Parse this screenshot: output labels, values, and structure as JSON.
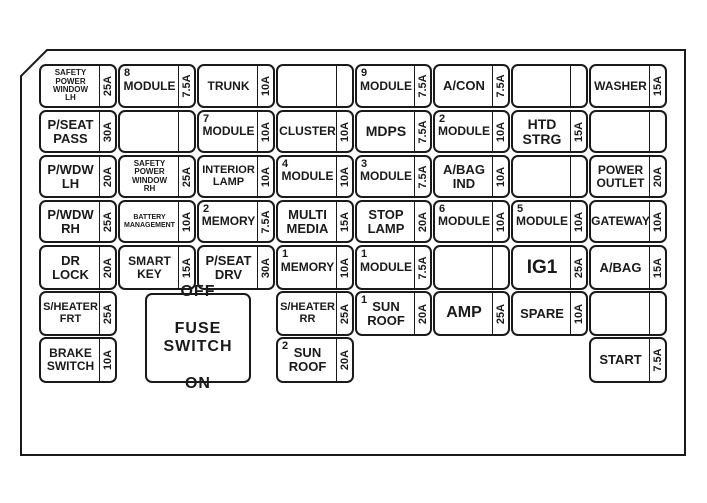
{
  "fuses": [
    {
      "label": "SAFETY\nPOWER\nWINDOW\nLH",
      "rating": "25A",
      "size": 8
    },
    {
      "label": "MODULE",
      "num": "8",
      "rating": "7.5A",
      "size": 12
    },
    {
      "label": "TRUNK",
      "rating": "10A",
      "size": 12
    },
    {
      "label": "",
      "rating": "",
      "size": 12
    },
    {
      "label": "MODULE",
      "num": "9",
      "rating": "7.5A",
      "size": 12
    },
    {
      "label": "A/CON",
      "rating": "7.5A",
      "size": 13
    },
    {
      "label": "",
      "rating": "",
      "size": 12
    },
    {
      "label": "WASHER",
      "rating": "15A",
      "size": 12
    },
    {
      "label": "P/SEAT\nPASS",
      "rating": "30A",
      "size": 13
    },
    {
      "label": "",
      "rating": "",
      "size": 12
    },
    {
      "label": "MODULE",
      "num": "7",
      "rating": "10A",
      "size": 12
    },
    {
      "label": "CLUSTER",
      "rating": "10A",
      "size": 12
    },
    {
      "label": "MDPS",
      "rating": "7.5A",
      "size": 14
    },
    {
      "label": "MODULE",
      "num": "2",
      "rating": "10A",
      "size": 12
    },
    {
      "label": "HTD\nSTRG",
      "rating": "15A",
      "size": 14
    },
    {
      "label": "",
      "rating": "",
      "size": 12
    },
    {
      "label": "P/WDW\nLH",
      "rating": "20A",
      "size": 13
    },
    {
      "label": "SAFETY\nPOWER\nWINDOW\nRH",
      "rating": "25A",
      "size": 8
    },
    {
      "label": "INTERIOR\nLAMP",
      "rating": "10A",
      "size": 11
    },
    {
      "label": "MODULE",
      "num": "4",
      "rating": "10A",
      "size": 12
    },
    {
      "label": "MODULE",
      "num": "3",
      "rating": "7.5A",
      "size": 12
    },
    {
      "label": "A/BAG\nIND",
      "rating": "10A",
      "size": 13
    },
    {
      "label": "",
      "rating": "",
      "size": 12
    },
    {
      "label": "POWER\nOUTLET",
      "rating": "20A",
      "size": 12
    },
    {
      "label": "P/WDW\nRH",
      "rating": "25A",
      "size": 13
    },
    {
      "label": "BATTERY\nMANAGEMENT",
      "rating": "10A",
      "size": 7
    },
    {
      "label": "MEMORY",
      "num": "2",
      "rating": "7.5A",
      "size": 12
    },
    {
      "label": "MULTI\nMEDIA",
      "rating": "15A",
      "size": 13
    },
    {
      "label": "STOP\nLAMP",
      "rating": "20A",
      "size": 13
    },
    {
      "label": "MODULE",
      "num": "6",
      "rating": "10A",
      "size": 12
    },
    {
      "label": "MODULE",
      "num": "5",
      "rating": "10A",
      "size": 12
    },
    {
      "label": "GATEWAY",
      "rating": "10A",
      "size": 12
    },
    {
      "label": "DR\nLOCK",
      "rating": "20A",
      "size": 13
    },
    {
      "label": "SMART\nKEY",
      "rating": "15A",
      "size": 12
    },
    {
      "label": "P/SEAT\nDRV",
      "rating": "30A",
      "size": 13
    },
    {
      "label": "MEMORY",
      "num": "1",
      "rating": "10A",
      "size": 12
    },
    {
      "label": "MODULE",
      "num": "1",
      "rating": "7.5A",
      "size": 12
    },
    {
      "label": "",
      "rating": "",
      "size": 12
    },
    {
      "label": "IG1",
      "rating": "25A",
      "size": 19
    },
    {
      "label": "A/BAG",
      "rating": "15A",
      "size": 13
    },
    {
      "label": "S/HEATER\nFRT",
      "rating": "25A",
      "size": 11
    },
    {
      "label": "S/HEATER\nRR",
      "rating": "25A",
      "size": 11
    },
    {
      "label": "SUN\nROOF",
      "num": "1",
      "rating": "20A",
      "size": 13
    },
    {
      "label": "AMP",
      "rating": "25A",
      "size": 16
    },
    {
      "label": "SPARE",
      "rating": "10A",
      "size": 13
    },
    {
      "label": "",
      "rating": "",
      "size": 12
    },
    {
      "label": "BRAKE\nSWITCH",
      "rating": "10A",
      "size": 12
    },
    {
      "label": "OFF\n\nFUSE\nSWITCH\n\nON",
      "rating": "",
      "size": 16
    },
    {
      "label": "SUN\nROOF",
      "num": "2",
      "rating": "20A",
      "size": 13
    },
    {
      "label": "START",
      "rating": "7.5A",
      "size": 13
    }
  ]
}
